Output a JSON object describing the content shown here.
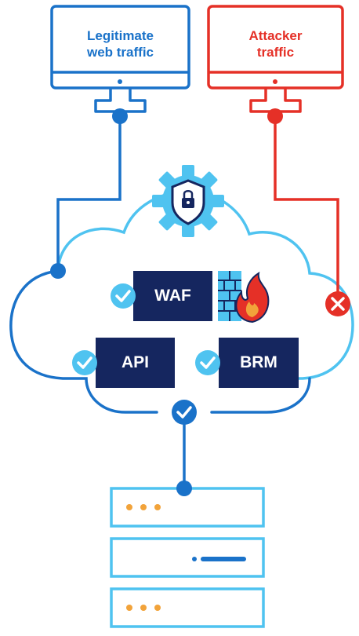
{
  "legitimate": {
    "label_line1": "Legitimate",
    "label_line2": "web traffic",
    "color": "#1a72c9",
    "status": "allowed",
    "status_icon": "check-icon"
  },
  "attacker": {
    "label_line1": "Attacker",
    "label_line2": "traffic",
    "color": "#e53027",
    "status": "blocked",
    "status_icon": "x-icon"
  },
  "cloud": {
    "color": "#4fc3f0"
  },
  "security_badge": {
    "icon": "gear-shield-lock-icon",
    "color": "#4fc3f0"
  },
  "components": [
    {
      "name": "WAF",
      "check_icon": "check-icon",
      "extra_icon": "firewall-icon"
    },
    {
      "name": "API",
      "check_icon": "check-icon"
    },
    {
      "name": "BRM",
      "check_icon": "check-icon"
    }
  ],
  "colors": {
    "navy": "#15265f",
    "blue": "#1a72c9",
    "light_blue": "#4fc3f0",
    "red": "#e53027",
    "orange": "#f2a33a"
  },
  "server": {
    "icon": "server-stack-icon"
  }
}
